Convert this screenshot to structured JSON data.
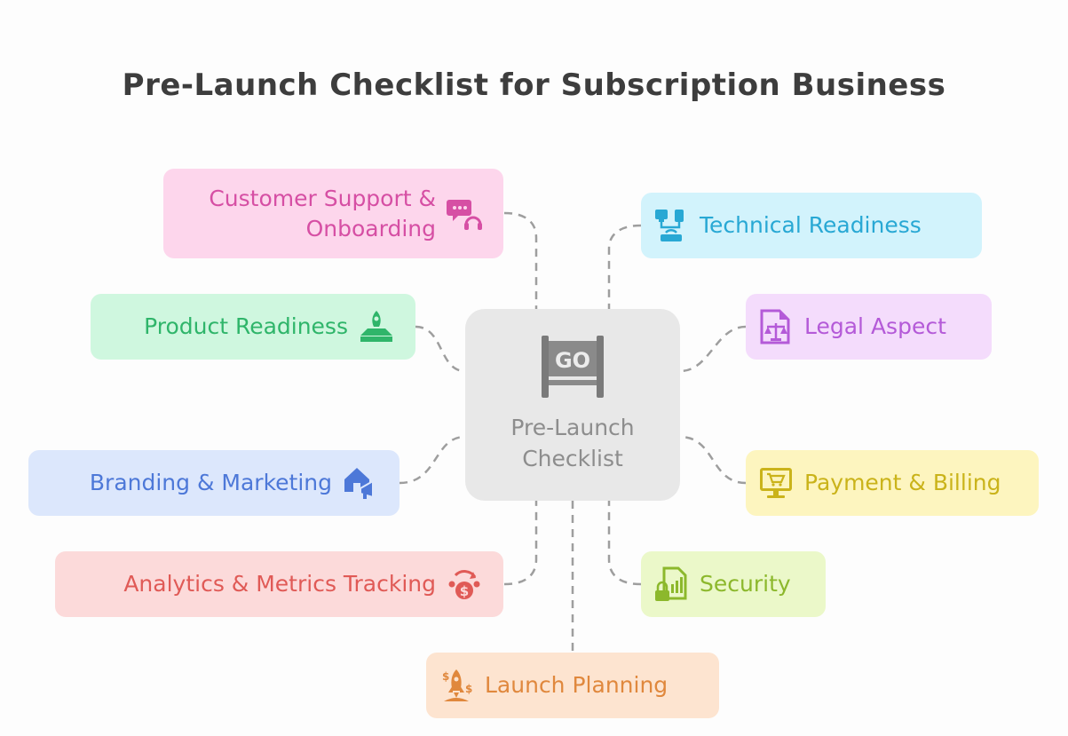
{
  "title": "Pre-Launch Checklist for Subscription Business",
  "center": {
    "label": "Pre-Launch Checklist",
    "icon": "go-sign-icon"
  },
  "nodes": {
    "support": {
      "label_line1": "Customer Support &",
      "label_line2": "Onboarding",
      "icon": "chat-headset-icon",
      "color": "#d64fa4"
    },
    "product": {
      "label": "Product Readiness",
      "icon": "map-pin-rocket-icon",
      "color": "#2fb56a"
    },
    "branding": {
      "label": "Branding & Marketing",
      "icon": "house-megaphone-icon",
      "color": "#4d78d8"
    },
    "analytics": {
      "label": "Analytics & Metrics Tracking",
      "icon": "money-cycle-icon",
      "color": "#e05a56"
    },
    "technical": {
      "label": "Technical Readiness",
      "icon": "network-icon",
      "color": "#28a8d4"
    },
    "legal": {
      "label": "Legal Aspect",
      "icon": "document-scales-icon",
      "color": "#b45ad8"
    },
    "payment": {
      "label": "Payment & Billing",
      "icon": "monitor-cart-icon",
      "color": "#cab31a"
    },
    "security": {
      "label": "Security",
      "icon": "lock-chart-icon",
      "color": "#8cb82c"
    },
    "launch": {
      "label": "Launch Planning",
      "icon": "rocket-dollar-icon",
      "color": "#e0883d"
    }
  }
}
